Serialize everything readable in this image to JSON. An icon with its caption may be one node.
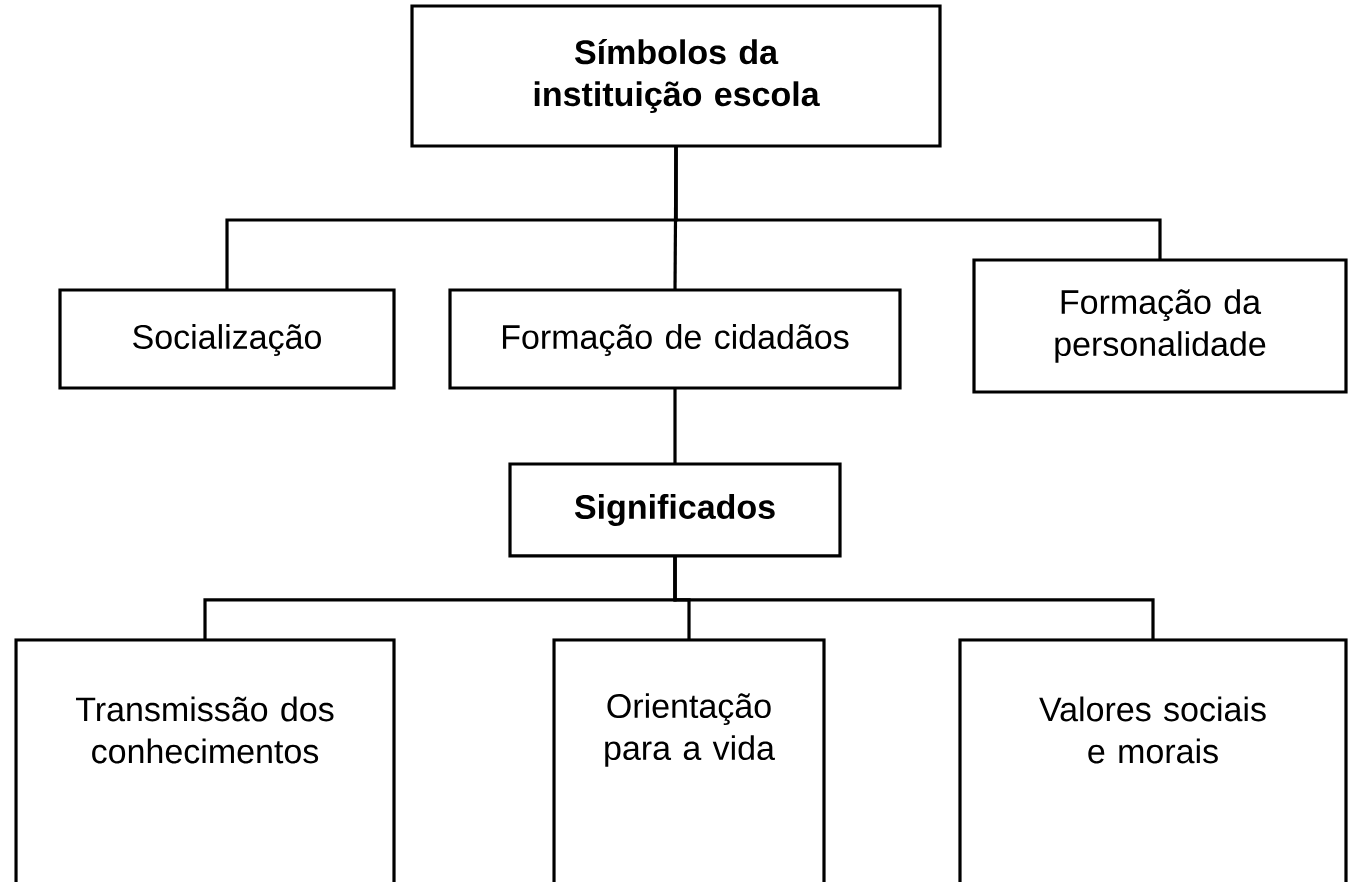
{
  "diagram": {
    "nodes": [
      {
        "text": [
          "Símbolos da instituição escola"
        ]
      },
      {
        "text": [
          "Socialização"
        ]
      },
      {
        "text": [
          "Formação de cidadãos"
        ]
      },
      {
        "text": [
          "Formação da personalidade"
        ]
      },
      {
        "text": [
          "Significados"
        ]
      },
      {
        "text": [
          "Transmissão dos conhecimentos"
        ]
      },
      {
        "text": [
          "Orientação para a vida"
        ]
      },
      {
        "text": [
          "Valores sociais e morais"
        ]
      }
    ],
    "edges": [
      {
        "from": 0,
        "to": 1,
        "arrow": "none"
      },
      {
        "from": 0,
        "to": 2,
        "arrow": "none"
      },
      {
        "from": 0,
        "to": 3,
        "arrow": "none"
      },
      {
        "from": 2,
        "to": 4,
        "arrow": "none"
      },
      {
        "from": 4,
        "to": 5,
        "arrow": "none"
      },
      {
        "from": 4,
        "to": 6,
        "arrow": "none"
      },
      {
        "from": 4,
        "to": 7,
        "arrow": "none"
      }
    ]
  }
}
